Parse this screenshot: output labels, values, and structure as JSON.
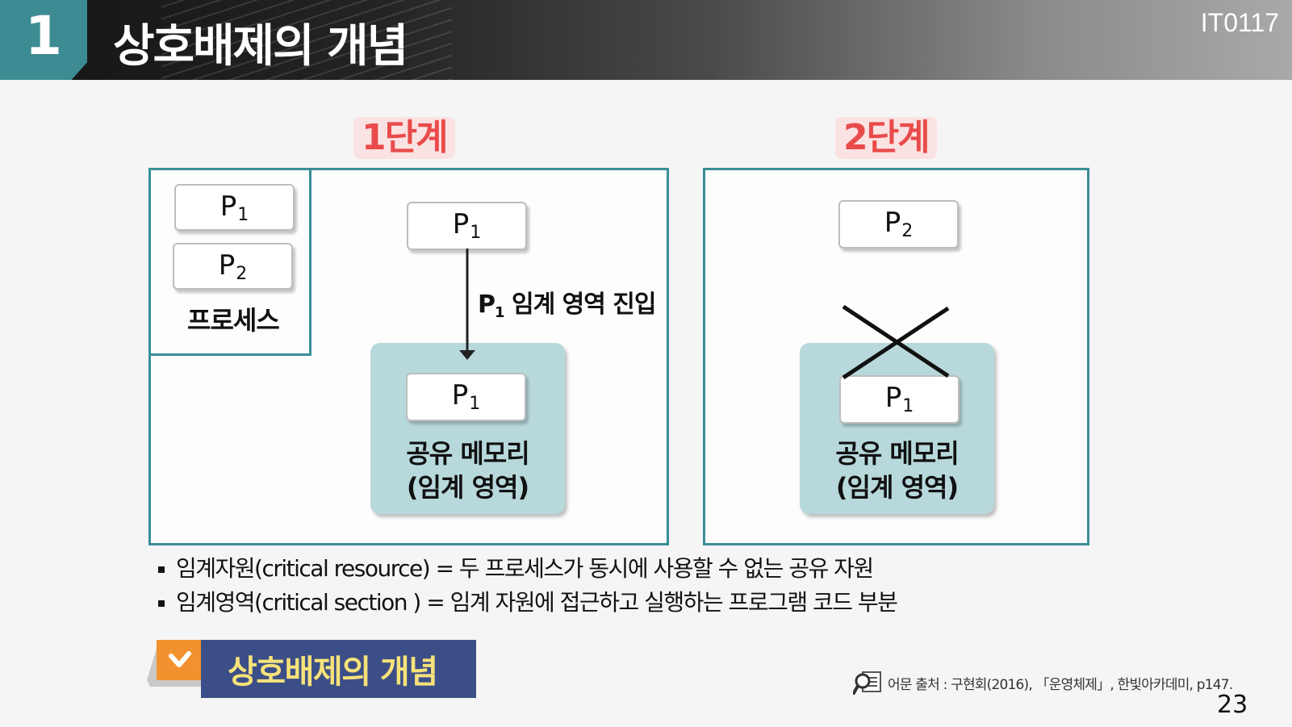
{
  "header": {
    "number": "1",
    "title": "상호배제의 개념",
    "code": "IT0117"
  },
  "stage1": {
    "label": "1단계",
    "legend": {
      "p1": "P",
      "p1_sub": "1",
      "p2": "P",
      "p2_sub": "2",
      "caption": "프로세스"
    },
    "top_process": {
      "text": "P",
      "sub": "1"
    },
    "arrow_label": {
      "text": "P",
      "sub": "1",
      "rest": " 임계 영역 진입"
    },
    "memory_process": {
      "text": "P",
      "sub": "1"
    },
    "memory_line1": "공유 메모리",
    "memory_line2": "(임계 영역)"
  },
  "stage2": {
    "label": "2단계",
    "top_process": {
      "text": "P",
      "sub": "2"
    },
    "memory_process": {
      "text": "P",
      "sub": "1"
    },
    "memory_line1": "공유 메모리",
    "memory_line2": "(임계 영역)"
  },
  "bullets": [
    "임계자원(critical resource) = 두 프로세스가 동시에 사용할 수 없는 공유 자원",
    "임계영역(critical section ) = 임계 자원에 접근하고 실행하는 프로그램 코드 부분"
  ],
  "footer": {
    "title": "상호배제의 개념",
    "source": "어문 출처 : 구현회(2016), 「운영체제」, 한빛아카데미, p147.",
    "page": "23"
  },
  "colors": {
    "teal": "#3a8e97",
    "memory": "#b8d9dc",
    "stage_text": "#e94b4b",
    "footer_bar": "#3b4e87",
    "footer_text": "#f7e27a"
  }
}
